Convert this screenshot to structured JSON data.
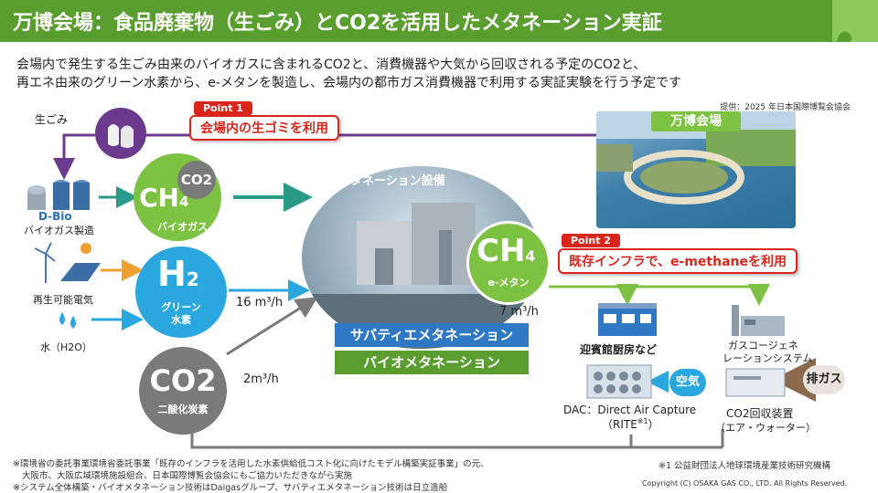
{
  "title": "万博会場：食品廃棄物（生ごみ）とCO2を活用したメタネーション実証",
  "intro": {
    "line1": "会場内で発生する生ごみ由来のバイオガスに含まれるCO2と、消費機器や大気から回収される予定のCO2と、",
    "line2": "再エネ由来のグリーン水素から、e-メタンを製造し、会場内の都市ガス消費機器で利用する実証実験を行う予定です"
  },
  "credit": "提供：2025 年日本国際博覧会協会",
  "inputs": {
    "food_waste": "生ごみ",
    "dbio_title": "D-Bio",
    "dbio_sub": "バイオガス製造",
    "renewable": "再生可能電気",
    "water": "水（H2O）"
  },
  "point1": {
    "tag": "Point 1",
    "text": "会場内の生ゴミを利用"
  },
  "point2": {
    "tag": "Point 2",
    "text": "既存インフラで、e-methaneを利用"
  },
  "expo_site": "万博会場",
  "biogas": {
    "ch4": "CH",
    "sub": "4",
    "co2": "CO2",
    "label": "バイオガス"
  },
  "hydrogen": {
    "main": "H",
    "sub": "2",
    "label1": "グリーン",
    "label2": "水素",
    "flow": "16 m³/h"
  },
  "co2": {
    "main": "CO2",
    "label": "二酸化炭素",
    "flow": "2m³/h"
  },
  "facility": {
    "label": "メタネーション設備",
    "banner1": "サバティエメタネーション",
    "banner2": "バイオメタネーション"
  },
  "emethane": {
    "main": "CH",
    "sub": "4",
    "label": "e-メタン",
    "flow": "7 m³/h"
  },
  "consumers": {
    "guesthouse": "迎賓館厨房など",
    "cogen1": "ガスコージェネ",
    "cogen2": "レーションシステム"
  },
  "air": "空気",
  "exhaust": "排ガス",
  "dac": {
    "line1": "DAC：Direct Air Capture",
    "line2": "（RITE",
    "sup": "※1",
    "close": "）"
  },
  "co2_recovery": {
    "line1": "CO2回収装置",
    "line2": "（エア・ウォーター）"
  },
  "footnotes": {
    "n1": "※環境省の委託事業環境省委託事業「既存のインフラを活用した水素供給低コスト化に向けたモデル構築実証事業」の元、",
    "n2": "大阪市、大阪広域環境施設組合、日本国際博覧会協会にもご協力いただきながら実施",
    "n3": "※システム全体構築・バイオメタネーション技術はDaigasグループ、サバティエメタネーション技術は日立造船",
    "n4": "※1 公益財団法人地球環境産業技術研究機構",
    "copyright": "Copyright (C) OSAKA GAS CO., LTD. All Rights Reserved."
  },
  "colors": {
    "title_bg": "#5a9e2f",
    "green": "#7dc242",
    "blue": "#2aa7df",
    "gray": "#7a7a7a",
    "purple": "#6b3a8e",
    "red": "#d9261c",
    "teal_arrow": "#2a9a8a",
    "orange_arrow": "#f0a030"
  }
}
